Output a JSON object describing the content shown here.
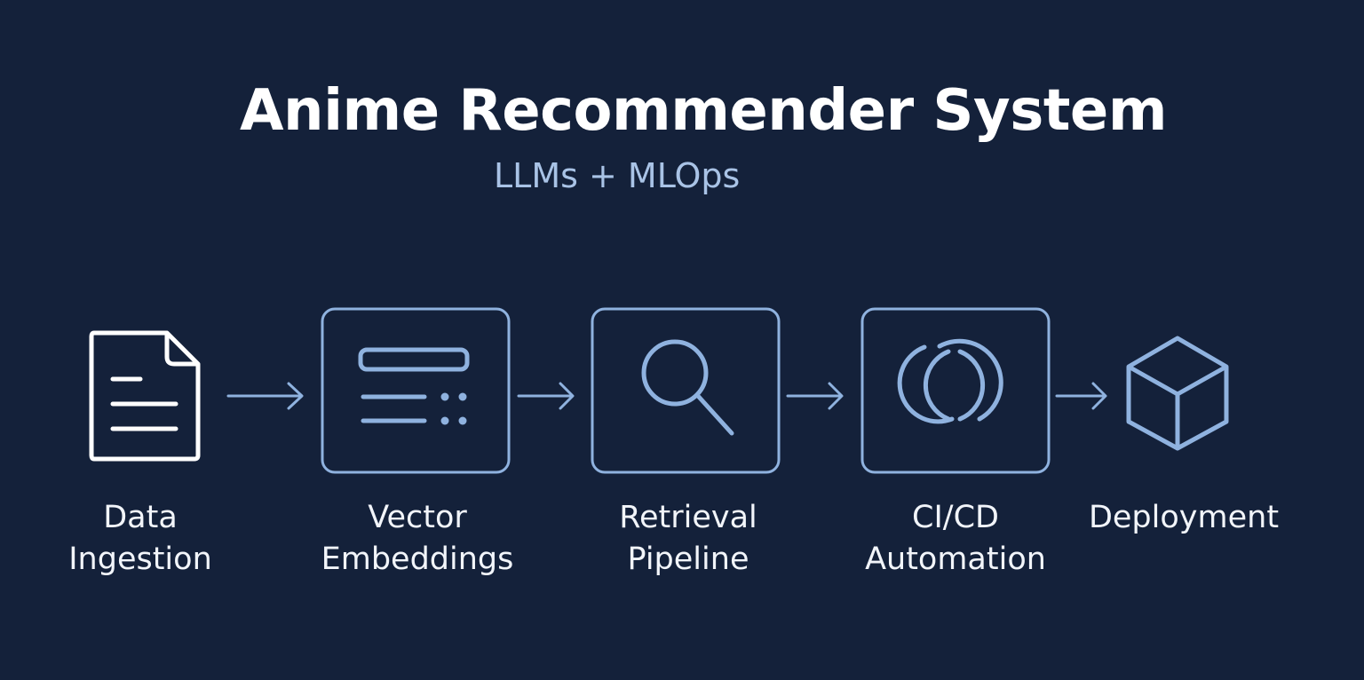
{
  "header": {
    "title": "Anime Recommender System",
    "subtitle": "LLMs + MLOps"
  },
  "colors": {
    "background": "#14213a",
    "title": "#ffffff",
    "accent": "#8fb2df",
    "label": "#f2f5fa"
  },
  "steps": [
    {
      "icon": "document-icon",
      "label_line1": "Data",
      "label_line2": "Ingestion"
    },
    {
      "icon": "list-icon",
      "label_line1": "Vector",
      "label_line2": "Embeddings"
    },
    {
      "icon": "search-icon",
      "label_line1": "Retrieval",
      "label_line2": "Pipeline"
    },
    {
      "icon": "loop-icon",
      "label_line1": "CI/CD",
      "label_line2": "Automation"
    },
    {
      "icon": "cube-icon",
      "label_line1": "Deployment",
      "label_line2": ""
    }
  ]
}
